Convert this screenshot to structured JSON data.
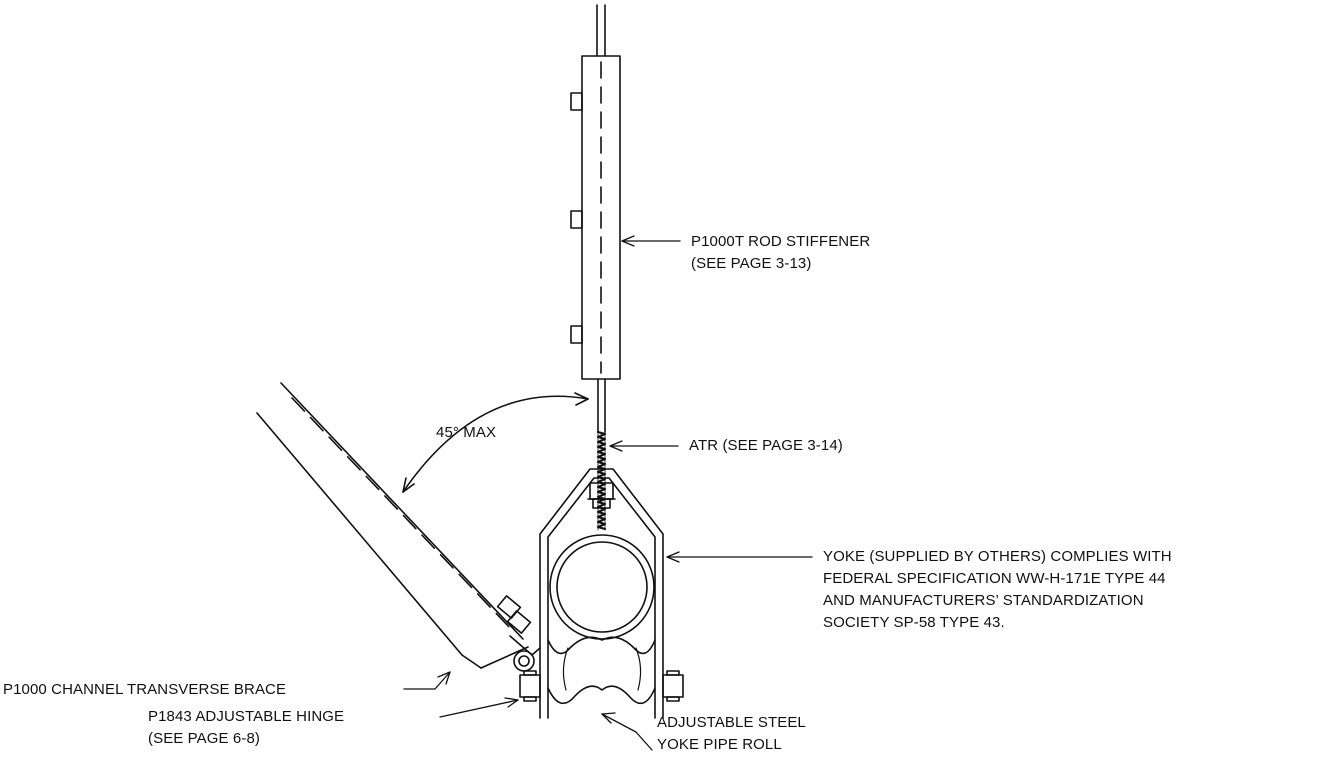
{
  "colors": {
    "ink": "#111111",
    "background": "#ffffff"
  },
  "labels": {
    "rod_stiffener": [
      "P1000T ROD STIFFENER",
      "(SEE PAGE 3-13)"
    ],
    "angle": "45° MAX",
    "atr": "ATR (SEE PAGE 3-14)",
    "yoke": [
      "YOKE (SUPPLIED BY OTHERS) COMPLIES WITH",
      "FEDERAL SPECIFICATION WW-H-171E TYPE 44",
      "AND MANUFACTURERS’ STANDARDIZATION",
      "SOCIETY SP-58 TYPE 43."
    ],
    "channel_brace": "P1000 CHANNEL TRANSVERSE BRACE",
    "hinge": [
      "P1843 ADJUSTABLE HINGE",
      "(SEE PAGE 6-8)"
    ],
    "pipe_roll": [
      "ADJUSTABLE STEEL",
      "YOKE PIPE ROLL"
    ]
  }
}
